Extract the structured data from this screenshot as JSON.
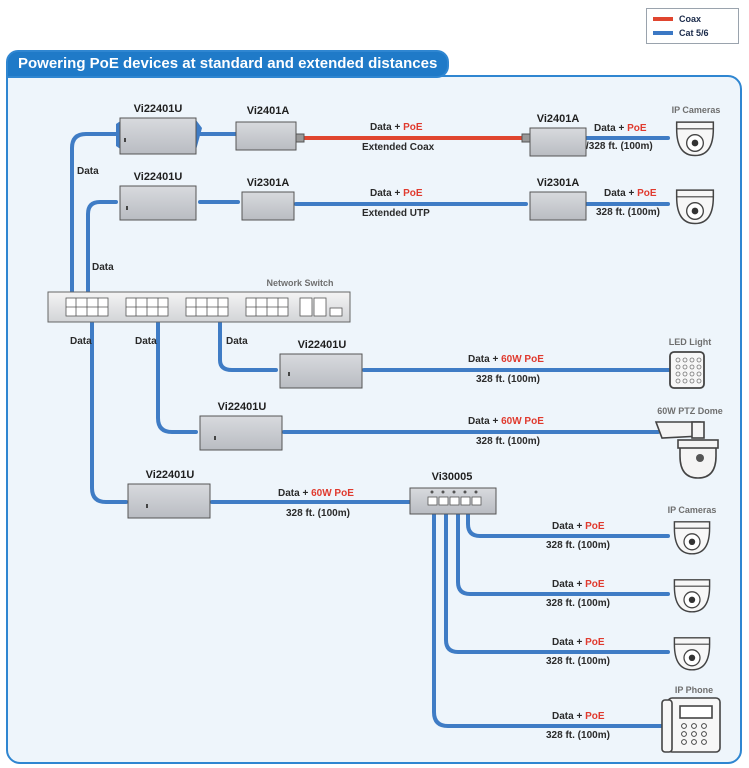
{
  "legend": {
    "coax_label": "Coax",
    "cat_label": "Cat 5/6",
    "coax_color": "#e0452f",
    "cat_color": "#3b78c4"
  },
  "title": "Powering PoE devices at standard and extended distances",
  "colors": {
    "cable": "#3f7cc5",
    "coax": "#e0452f",
    "red_text": "#e03a2e",
    "panel_bg": "#eef5fb",
    "accent": "#1f7ac8"
  },
  "devices": {
    "inj_top1": "Vi22401U",
    "ext_coax_a": "Vi2401A",
    "ext_coax_b": "Vi2401A",
    "inj_top2": "Vi22401U",
    "ext_utp_a": "Vi2301A",
    "ext_utp_b": "Vi2301A",
    "switch": "Network Switch",
    "inj_led": "Vi22401U",
    "inj_ptz": "Vi22401U",
    "inj_sw": "Vi22401U",
    "poe_switch": "Vi30005",
    "cam_top": "IP Cameras",
    "led": "LED Light",
    "ptz": "60W PTZ Dome",
    "cam_right": "IP Cameras",
    "phone": "IP Phone"
  },
  "labels": {
    "data": "Data",
    "data_plus": "Data + ",
    "poe": "PoE",
    "poe60": "60W PoE",
    "extended_coax": "Extended Coax",
    "extended_utp": "Extended UTP",
    "dist_slash": "/328 ft. (100m)",
    "dist": "328 ft. (100m)"
  }
}
